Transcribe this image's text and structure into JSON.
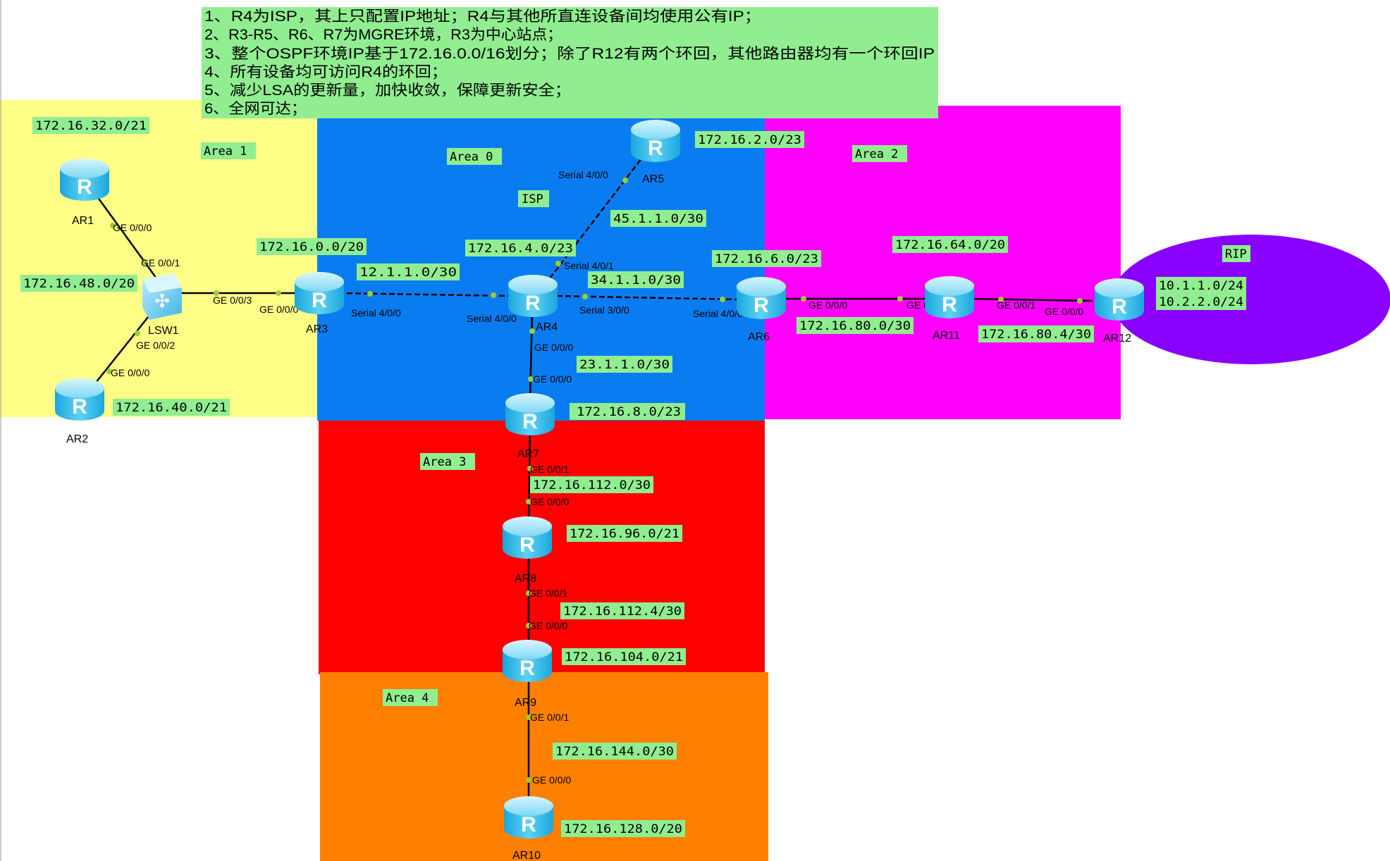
{
  "notes": [
    "1、R4为ISP，其上只配置IP地址；R4与其他所直连设备间均使用公有IP；",
    "2、R3-R5、R6、R7为MGRE环境，R3为中心站点；",
    "3、整个OSPF环境IP基于172.16.0.0/16划分；除了R12有两个环回，其他路由器均有一个环回IP",
    "4、所有设备均可访问R4的环回；",
    "5、减少LSA的更新量，加快收敛，保障更新安全；",
    "6、全网可达；"
  ],
  "areas": {
    "area1": "Area 1",
    "area0": "Area 0",
    "area2": "Area 2",
    "area3": "Area 3",
    "area4": "Area 4",
    "rip": "RIP",
    "isp": "ISP"
  },
  "colors": {
    "area1": "#ffff88",
    "area0": "#0a7cf2",
    "area2": "#ff00ff",
    "area3": "#ff0000",
    "area4": "#ff8000",
    "rip": "#8a00ff",
    "label_bg": "#90ee90",
    "port_dot": "#9acd32"
  },
  "devices": {
    "ar1": "AR1",
    "ar2": "AR2",
    "ar3": "AR3",
    "ar4": "AR4",
    "ar5": "AR5",
    "ar6": "AR6",
    "ar7": "AR7",
    "ar8": "AR8",
    "ar9": "AR9",
    "ar10": "AR10",
    "ar11": "AR11",
    "ar12": "AR12",
    "lsw1": "LSW1",
    "router_glyph": "R"
  },
  "networks": {
    "n32": "172.16.32.0/21",
    "n48": "172.16.48.0/20",
    "n40": "172.16.40.0/21",
    "n0": "172.16.0.0/20",
    "n12": "12.1.1.0/30",
    "n4": "172.16.4.0/23",
    "n45": "45.1.1.0/30",
    "n2": "172.16.2.0/23",
    "n34": "34.1.1.0/30",
    "n6": "172.16.6.0/23",
    "n23": "23.1.1.0/30",
    "n8": "172.16.8.0/23",
    "n64": "172.16.64.0/20",
    "n80": "172.16.80.0/30",
    "n804": "172.16.80.4/30",
    "l10_1": "10.1.1.0/24",
    "l10_2": "10.2.2.0/24",
    "n112": "172.16.112.0/30",
    "n96": "172.16.96.0/21",
    "n1124": "172.16.112.4/30",
    "n104": "172.16.104.0/21",
    "n144": "172.16.144.0/30",
    "n128": "172.16.128.0/20"
  },
  "ports": {
    "ar1_ge000": "GE 0/0/0",
    "lsw_ge001": "GE 0/0/1",
    "lsw_ge002": "GE 0/0/2",
    "ar2_ge000": "GE 0/0/0",
    "lsw_ge003": "GE 0/0/3",
    "ar3_ge000": "GE 0/0/0",
    "ar3_s400": "Serial 4/0/0",
    "ar4_s400": "Serial 4/0/0",
    "ar4_s401": "Serial 4/0/1",
    "ar4_s300": "Serial 3/0/0",
    "ar5_s400": "Serial 4/0/0",
    "ar6_s400": "Serial 4/0/0",
    "ar4_ge000": "GE 0/0/0",
    "ar7_ge000": "GE 0/0/0",
    "ar6_ge000": "GE 0/0/0",
    "ar11_ge000": "GE 0/0/0",
    "ar11_ge001": "GE 0/0/1",
    "ar12_ge000": "GE 0/0/0",
    "ar7_ge001": "GE 0/0/1",
    "ar8_ge000": "GE 0/0/0",
    "ar8_ge001": "GE 0/0/1",
    "ar9_ge000": "GE 0/0/0",
    "ar9_ge001": "GE 0/0/1",
    "ar10_ge000": "GE 0/0/0"
  }
}
